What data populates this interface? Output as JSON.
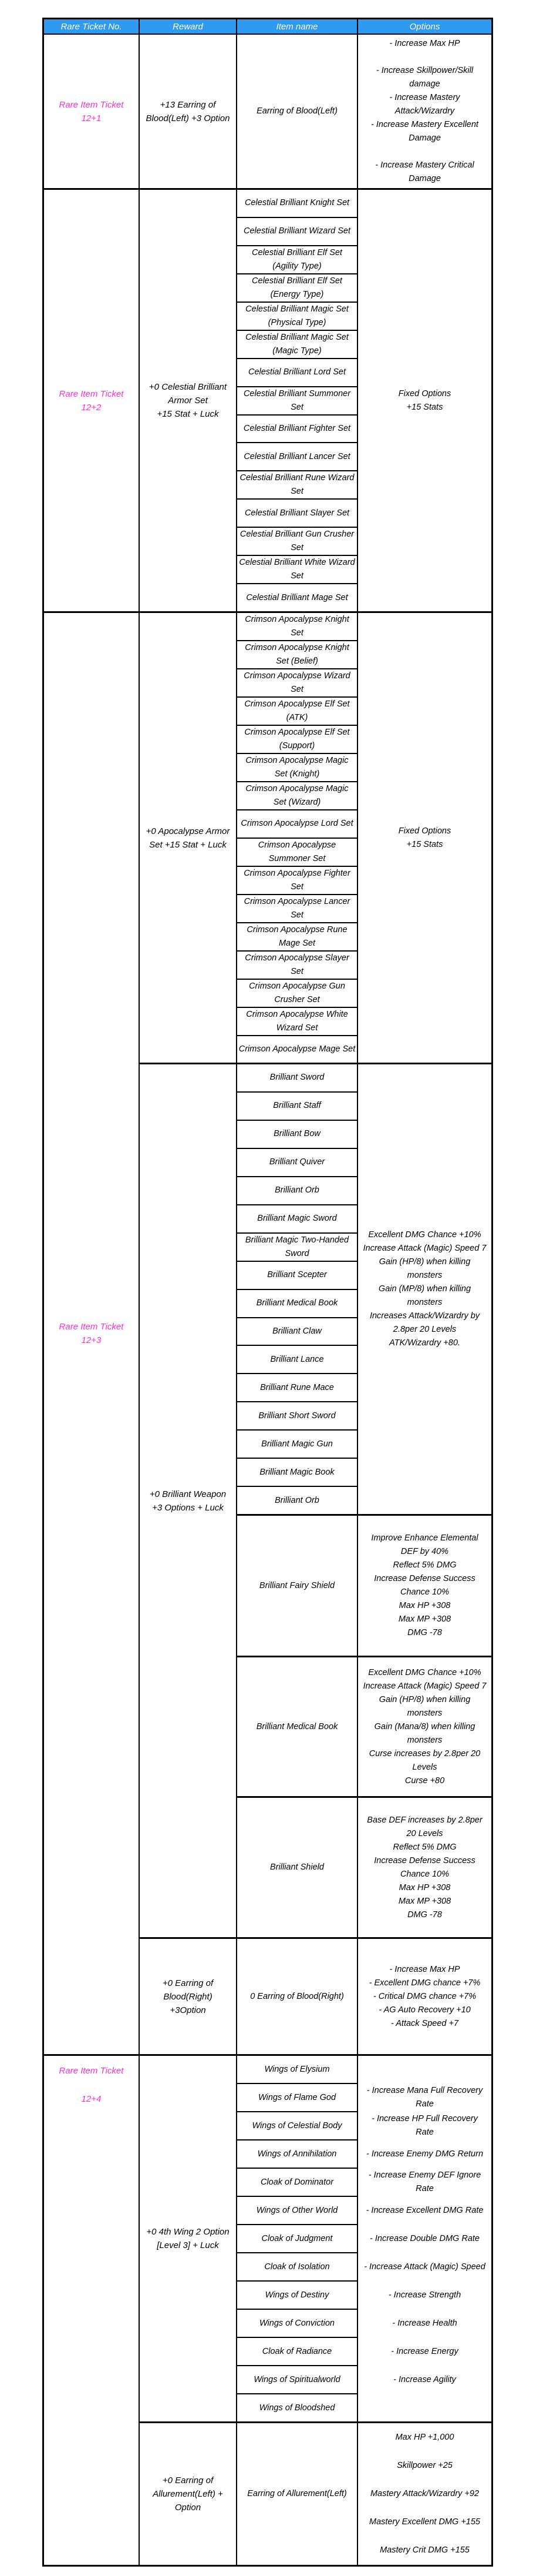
{
  "colors": {
    "header_bg": "#2F9AF2",
    "header_text": "#FFFFFF",
    "ticket_pink": "#FF2ED2",
    "border": "#000000",
    "page_bg": "#FFFFFF"
  },
  "header": {
    "columns": [
      "Rare Ticket No.",
      "Reward",
      "Item name",
      "Options"
    ]
  },
  "sections": [
    {
      "ticket": [
        "Rare Item Ticket",
        "12+1"
      ],
      "groups": [
        {
          "reward": [
            "+13 Earring of",
            "Blood(Left) +3 Option"
          ],
          "items": [
            "Earring of Blood(Left)"
          ],
          "options": [
            "- Increase Max HP",
            "",
            "- Increase Skillpower/Skill damage",
            "- Increase Mastery Attack/Wizardry",
            "- Increase Mastery Excellent Damage",
            "",
            "- Increase Mastery Critical Damage"
          ]
        }
      ]
    },
    {
      "ticket": [
        "Rare Item Ticket",
        "12+2"
      ],
      "groups": [
        {
          "reward": [
            "+0 Celestial Brilliant",
            "Armor Set",
            "+15 Stat + Luck"
          ],
          "items": [
            "Celestial Brilliant Knight Set",
            "Celestial Brilliant Wizard Set",
            "Celestial Brilliant Elf Set (Agility Type)",
            "Celestial Brilliant Elf Set (Energy Type)",
            "Celestial Brilliant Magic Set (Physical Type)",
            "Celestial Brilliant Magic Set (Magic Type)",
            "Celestial Brilliant Lord Set",
            "Celestial Brilliant Summoner Set",
            "Celestial Brilliant Fighter Set",
            "Celestial Brilliant Lancer Set",
            "Celestial Brilliant Rune Wizard Set",
            "Celestial Brilliant Slayer Set",
            "Celestial Brilliant Gun Crusher Set",
            "Celestial Brilliant White Wizard Set",
            "Celestial Brilliant Mage Set"
          ],
          "options": [
            "Fixed Options",
            "+15 Stats"
          ]
        }
      ]
    },
    {
      "ticket": [
        "Rare Item Ticket",
        "12+3"
      ],
      "groups": [
        {
          "reward": [
            "+0 Apocalypse Armor",
            "Set +15 Stat + Luck"
          ],
          "items": [
            "Crimson Apocalypse Knight Set",
            "Crimson Apocalypse Knight Set (Belief)",
            "Crimson Apocalypse Wizard Set",
            "Crimson Apocalypse Elf Set (ATK)",
            "Crimson Apocalypse Elf Set (Support)",
            "Crimson Apocalypse Magic Set (Knight)",
            "Crimson Apocalypse Magic Set (Wizard)",
            "Crimson Apocalypse Lord Set",
            "Crimson Apocalypse Summoner Set",
            "Crimson Apocalypse Fighter Set",
            "Crimson Apocalypse Lancer Set",
            "Crimson Apocalypse Rune Mage Set",
            "Crimson Apocalypse Slayer Set",
            "Crimson Apocalypse Gun Crusher Set",
            "Crimson Apocalypse White Wizard Set",
            "Crimson Apocalypse Mage Set"
          ],
          "options": [
            "Fixed Options",
            "+15 Stats"
          ]
        },
        {
          "reward": [
            "+0 Brilliant Weapon",
            "+3 Options + Luck"
          ],
          "subgroups": [
            {
              "items": [
                "Brilliant Sword",
                "Brilliant Staff",
                "Brilliant Bow",
                "Brilliant Quiver",
                "Brilliant Orb",
                "Brilliant Magic Sword",
                "Brilliant Magic Two-Handed Sword",
                "Brilliant Scepter",
                "Brilliant Medical Book",
                "Brilliant Claw",
                "Brilliant Lance",
                "Brilliant Rune Mace",
                "Brilliant Short Sword",
                "Brilliant Magic Gun",
                "Brilliant Magic Book",
                "Brilliant Orb"
              ],
              "options": [
                "Excellent DMG Chance +10%",
                "Increase Attack (Magic) Speed 7",
                "Gain (HP/8) when killing monsters",
                "Gain (MP/8) when killing monsters",
                "Increases Attack/Wizardry by 2.8per 20 Levels",
                "ATK/Wizardry +80."
              ]
            },
            {
              "items": [
                "Brilliant Fairy Shield"
              ],
              "options": [
                "Improve Enhance Elemental DEF by 40%",
                "Reflect 5% DMG",
                "Increase Defense Success Chance 10%",
                "Max HP +308",
                "Max MP +308",
                "DMG -78"
              ]
            },
            {
              "items": [
                "Brilliant Medical Book"
              ],
              "options": [
                "Excellent DMG Chance +10%",
                "Increase Attack (Magic) Speed 7",
                "Gain (HP/8) when killing monsters",
                "Gain (Mana/8) when killing monsters",
                "Curse increases by 2.8per 20 Levels",
                "Curse +80"
              ]
            },
            {
              "items": [
                "Brilliant Shield"
              ],
              "options": [
                "Base DEF increases by 2.8per 20 Levels",
                "Reflect 5% DMG",
                "Increase Defense Success Chance 10%",
                "Max HP +308",
                "Max MP +308",
                "DMG -78"
              ]
            }
          ]
        },
        {
          "reward": [
            "+0 Earring of",
            "Blood(Right)",
            "+3Option"
          ],
          "items": [
            "0 Earring of Blood(Right)"
          ],
          "options": [
            "- Increase Max HP",
            "- Excellent DMG chance +7%",
            "- Critical DMG chance +7%",
            "- AG Auto Recovery +10",
            "- Attack Speed +7"
          ]
        }
      ]
    },
    {
      "ticket": [
        "Rare Item Ticket",
        "12+4"
      ],
      "ticket_top": true,
      "groups": [
        {
          "reward": [
            "+0 4th Wing 2 Option",
            "[Level 3] + Luck"
          ],
          "slots": true,
          "items": [
            "Wings of Elysium",
            "Wings of Flame God",
            "Wings of Celestial Body",
            "Wings of Annihilation",
            "Cloak of Dominator",
            "Wings of Other World",
            "Cloak of Judgment",
            "Cloak of Isolation",
            "Wings of Destiny",
            "Wings of Conviction",
            "Cloak of Radiance",
            "Wings of Spiritualworld",
            "Wings of Bloodshed"
          ],
          "options": [
            "- Increase Mana Full Recovery Rate",
            "- Increase HP Full Recovery Rate",
            "- Increase Enemy DMG Return",
            "- Increase Enemy DEF Ignore Rate",
            "- Increase Excellent DMG Rate",
            "- Increase Double DMG Rate",
            "- Increase Attack (Magic) Speed",
            "- Increase Strength",
            "- Increase Health",
            "- Increase Energy",
            "- Increase Agility"
          ]
        },
        {
          "reward": [
            "+0 Earring of",
            "Allurement(Left) +",
            "Option"
          ],
          "slots": true,
          "items": [
            "Earring of Allurement(Left)"
          ],
          "options": [
            "Max HP +1,000",
            "Skillpower +25",
            "Mastery Attack/Wizardry +92",
            "Mastery Excellent DMG +155",
            "Mastery Crit DMG +155"
          ]
        }
      ]
    }
  ]
}
